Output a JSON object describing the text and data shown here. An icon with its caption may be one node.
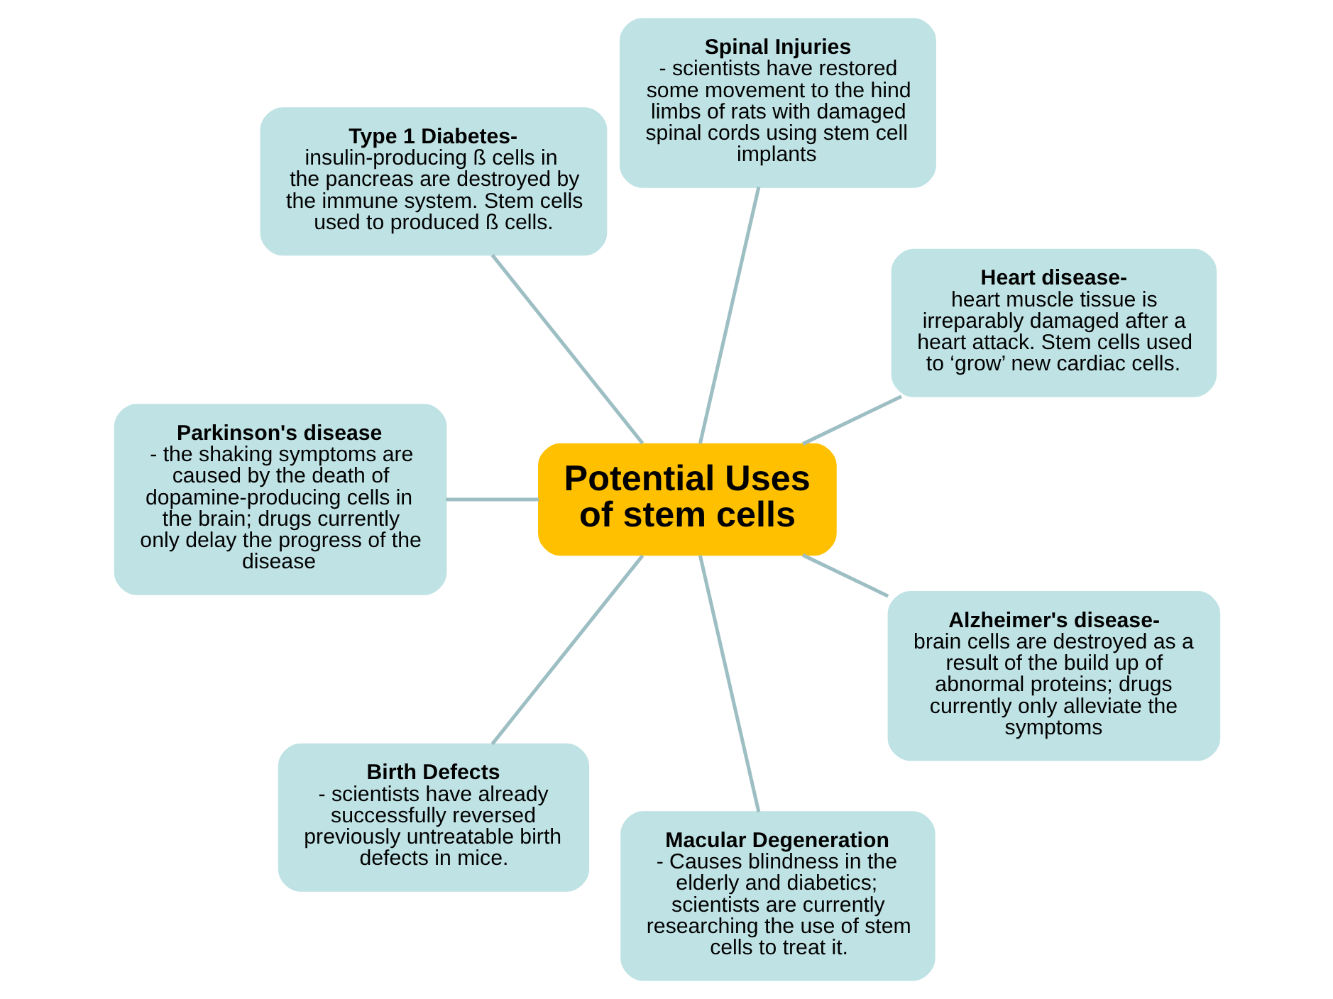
{
  "diagram": {
    "nodes": [
      {
        "text": [
          "Heart disease-",
          "heart muscle tissue is irreparably damaged after a heart attack. Stem cells used to ‘grow’ new cardiac cells."
        ]
      },
      {
        "text": [
          "Spinal Injuries",
          "- scientists have restored some movement to the hind limbs of rats with damaged spinal cords using stem cell implants"
        ]
      },
      {
        "text": [
          "Type 1 Diabetes-",
          "insulin-producing ß cells in the pancreas are destroyed by the immune system. Stem cells used to produced ß cells."
        ]
      },
      {
        "text": [
          "Potential Uses of stem cells"
        ]
      },
      {
        "text": [
          "Parkinson's disease",
          "- the shaking symptoms are caused by the death of dopamine-producing cells in the brain; drugs currently only delay the progress of the disease"
        ]
      },
      {
        "text": [
          "Birth Defects",
          "- scientists have already successfully reversed previously untreatable birth defects in mice."
        ]
      },
      {
        "text": [
          "Macular Degeneration",
          "- Causes blindness in the elderly and diabetics; scientists are currently researching the use of stem cells to treat it."
        ]
      },
      {
        "text": [
          "Alzheimer's disease-",
          "brain cells are destroyed as a result of the build up of abnormal proteins; drugs currently only alleviate the symptoms"
        ]
      }
    ],
    "edges": [
      {
        "from": 3,
        "to": 0,
        "arrow": "none"
      },
      {
        "from": 3,
        "to": 1,
        "arrow": "none"
      },
      {
        "from": 3,
        "to": 2,
        "arrow": "none"
      },
      {
        "from": 3,
        "to": 4,
        "arrow": "none"
      },
      {
        "from": 3,
        "to": 7,
        "arrow": "none"
      },
      {
        "from": 3,
        "to": 6,
        "arrow": "none"
      },
      {
        "from": 3,
        "to": 5,
        "arrow": "none"
      }
    ]
  }
}
